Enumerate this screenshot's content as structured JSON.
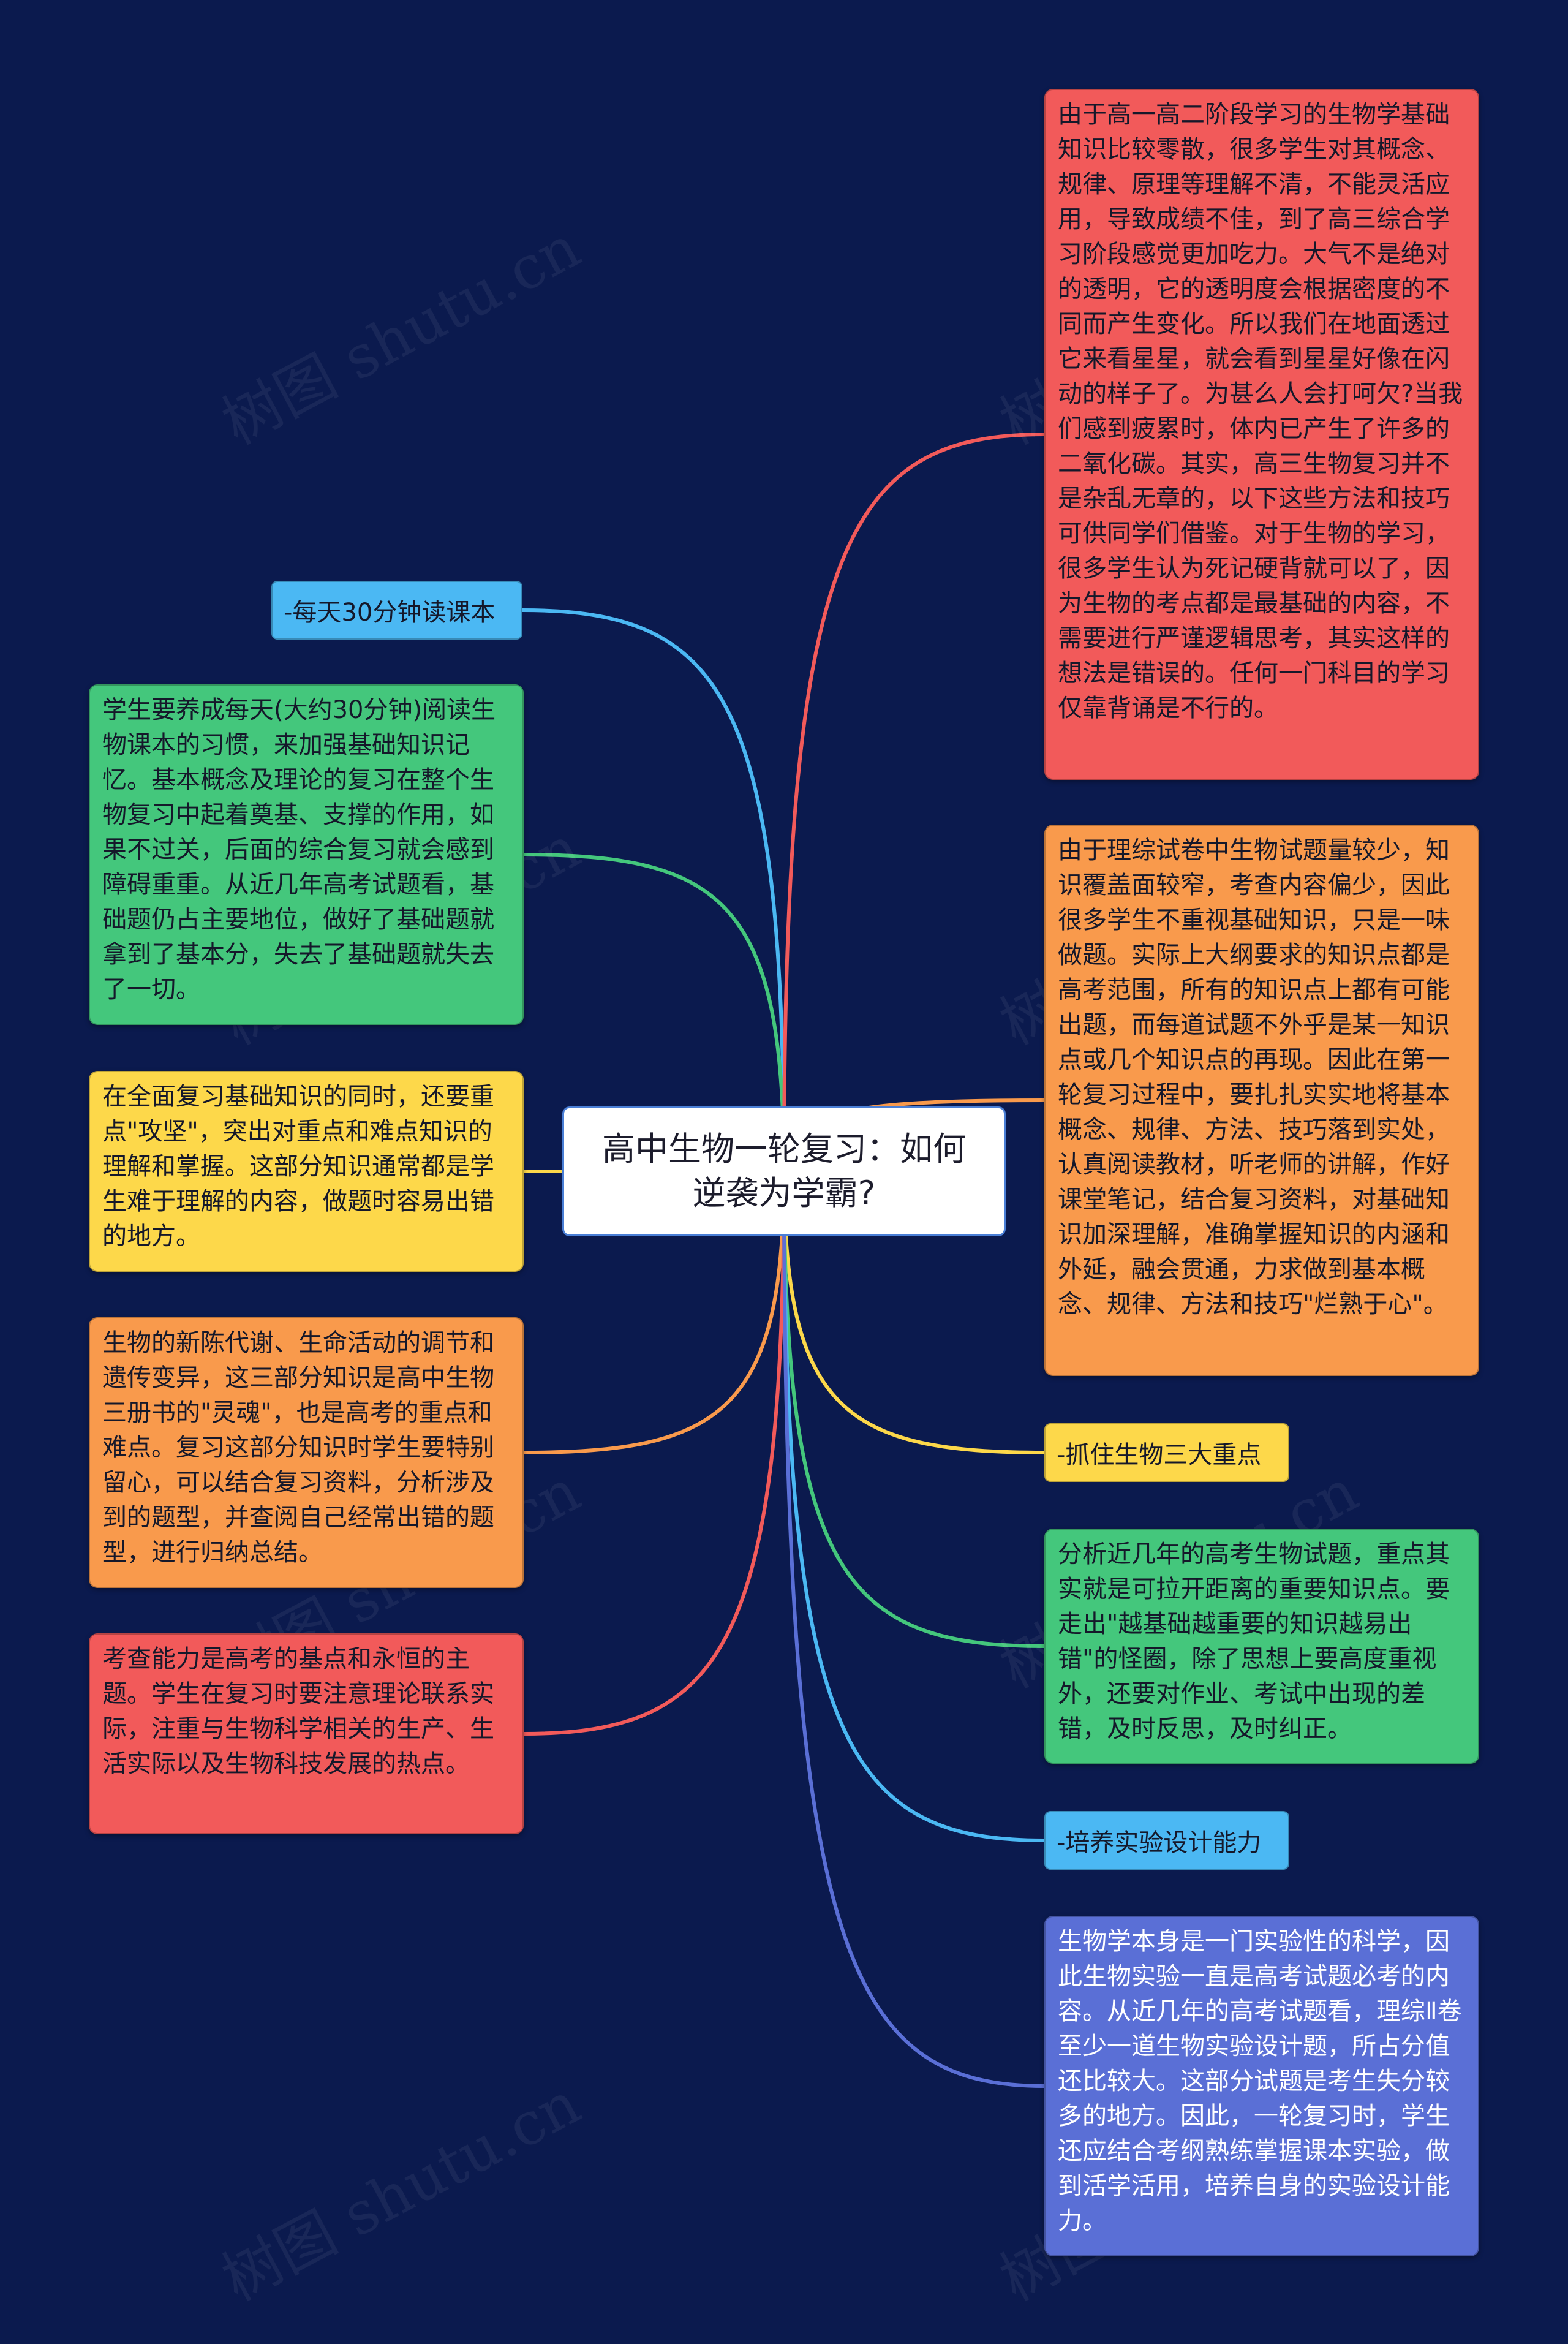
{
  "central_topic": "高中生物一轮复习：如何逆袭为学霸?",
  "watermark": "树图 shutu.cn",
  "colors": {
    "background": "#0b1a4e",
    "red": "#f25a5a",
    "orange": "#f99a4c",
    "yellow": "#fdd84a",
    "green": "#44c77c",
    "blue": "#4bb8f3",
    "purple": "#5a6fd6"
  },
  "left": [
    {
      "id": "l1",
      "type": "label",
      "text": "-每天30分钟读课本",
      "color": "#4bb8f3"
    },
    {
      "id": "l2",
      "type": "node",
      "text": "学生要养成每天(大约30分钟)阅读生物课本的习惯，来加强基础知识记忆。基本概念及理论的复习在整个生物复习中起着奠基、支撑的作用，如果不过关，后面的综合复习就会感到障碍重重。从近几年高考试题看，基础题仍占主要地位，做好了基础题就拿到了基本分，失去了基础题就失去了一切。",
      "color": "#44c77c"
    },
    {
      "id": "l3",
      "type": "node",
      "text": "在全面复习基础知识的同时，还要重点\"攻坚\"，突出对重点和难点知识的理解和掌握。这部分知识通常都是学生难于理解的内容，做题时容易出错的地方。",
      "color": "#fdd84a"
    },
    {
      "id": "l4",
      "type": "node",
      "text": "生物的新陈代谢、生命活动的调节和遗传变异，这三部分知识是高中生物三册书的\"灵魂\"，也是高考的重点和难点。复习这部分知识时学生要特别留心，可以结合复习资料，分析涉及到的题型，并查阅自己经常出错的题型，进行归纳总结。",
      "color": "#f99a4c"
    },
    {
      "id": "l5",
      "type": "node",
      "text": "考查能力是高考的基点和永恒的主题。学生在复习时要注意理论联系实际，注重与生物科学相关的生产、生活实际以及生物科技发展的热点。",
      "color": "#f25a5a"
    }
  ],
  "right": [
    {
      "id": "r1",
      "type": "node",
      "text": "由于高一高二阶段学习的生物学基础知识比较零散，很多学生对其概念、规律、原理等理解不清，不能灵活应用，导致成绩不佳，到了高三综合学习阶段感觉更加吃力。大气不是绝对的透明，它的透明度会根据密度的不同而产生变化。所以我们在地面透过它来看星星，就会看到星星好像在闪动的样子了。为甚么人会打呵欠?当我们感到疲累时，体内已产生了许多的二氧化碳。其实，高三生物复习并不是杂乱无章的，以下这些方法和技巧可供同学们借鉴。对于生物的学习，很多学生认为死记硬背就可以了，因为生物的考点都是最基础的内容，不需要进行严谨逻辑思考，其实这样的想法是错误的。任何一门科目的学习仅靠背诵是不行的。",
      "color": "#f25a5a"
    },
    {
      "id": "r2",
      "type": "node",
      "text": "由于理综试卷中生物试题量较少，知识覆盖面较窄，考查内容偏少，因此很多学生不重视基础知识，只是一味做题。实际上大纲要求的知识点都是高考范围，所有的知识点上都有可能出题，而每道试题不外乎是某一知识点或几个知识点的再现。因此在第一轮复习过程中，要扎扎实实地将基本概念、规律、方法、技巧落到实处，认真阅读教材，听老师的讲解，作好课堂笔记，结合复习资料，对基础知识加深理解，准确掌握知识的内涵和外延，融会贯通，力求做到基本概念、规律、方法和技巧\"烂熟于心\"。",
      "color": "#f99a4c"
    },
    {
      "id": "r3",
      "type": "label",
      "text": "-抓住生物三大重点",
      "color": "#fdd84a"
    },
    {
      "id": "r4",
      "type": "node",
      "text": "分析近几年的高考生物试题，重点其实就是可拉开距离的重要知识点。要走出\"越基础越重要的知识越易出错\"的怪圈，除了思想上要高度重视外，还要对作业、考试中出现的差错，及时反思，及时纠正。",
      "color": "#44c77c"
    },
    {
      "id": "r5",
      "type": "label",
      "text": "-培养实验设计能力",
      "color": "#4bb8f3"
    },
    {
      "id": "r6",
      "type": "node",
      "text": "生物学本身是一门实验性的科学，因此生物实验一直是高考试题必考的内容。从近几年的高考试题看，理综Ⅱ卷至少一道生物实验设计题，所占分值还比较大。这部分试题是考生失分较多的地方。因此，一轮复习时，学生还应结合考纲熟练掌握课本实验，做到活学活用，培养自身的实验设计能力。",
      "color": "#5a6fd6"
    }
  ]
}
